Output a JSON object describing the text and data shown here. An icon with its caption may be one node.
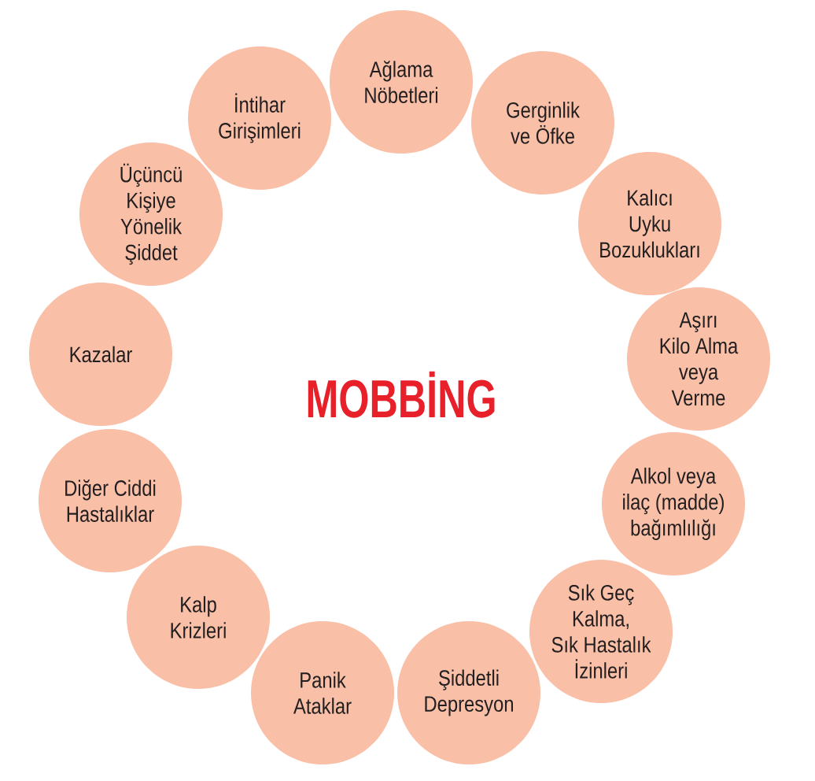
{
  "diagram": {
    "title": "MOBBİNG",
    "nodes": [
      {
        "text": [
          "Ağlama Nöbetleri"
        ]
      },
      {
        "text": [
          "Gerginlik ve Öfke"
        ]
      },
      {
        "text": [
          "Kalıcı Uyku Bozuklukları"
        ]
      },
      {
        "text": [
          "Aşırı Kilo Alma veya Verme"
        ]
      },
      {
        "text": [
          "Alkol veya ilaç (madde) bağımlılığı"
        ]
      },
      {
        "text": [
          "Sık Geç Kalma, Sık Hastalık İzinleri"
        ]
      },
      {
        "text": [
          "Şiddetli Depresyon"
        ]
      },
      {
        "text": [
          "Panik Ataklar"
        ]
      },
      {
        "text": [
          "Kalp Krizleri"
        ]
      },
      {
        "text": [
          "Diğer Ciddi Hastalıklar"
        ]
      },
      {
        "text": [
          "Kazalar"
        ]
      },
      {
        "text": [
          "Üçüncü Kişiye Yönelik Şiddet"
        ]
      },
      {
        "text": [
          "İntihar Girişimleri"
        ]
      }
    ]
  }
}
